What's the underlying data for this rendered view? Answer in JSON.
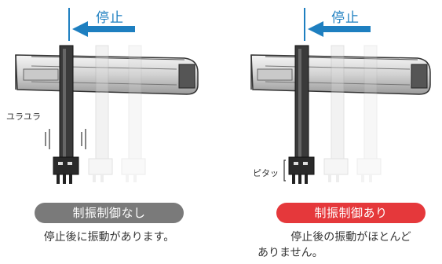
{
  "left_panel": {
    "stop_label": "停止",
    "side_label": "ユラユラ",
    "pill_label": "制振制御なし",
    "caption_lines": [
      "停止後に振動があります。"
    ],
    "pill_color": "#7a7a7a",
    "arrow_color": "#1e7fc0",
    "icons": [
      "left-arrow-icon",
      "rail-actuator-icon",
      "vibration-marks-icon"
    ]
  },
  "right_panel": {
    "stop_label": "停止",
    "side_label": "ピタッ",
    "pill_label": "制振制御あり",
    "caption_lines": [
      "停止後の振動がほとんど",
      "ありません。"
    ],
    "pill_color": "#e5383b",
    "arrow_color": "#1e7fc0",
    "icons": [
      "left-arrow-icon",
      "rail-actuator-icon",
      "settle-bracket-icon"
    ]
  }
}
